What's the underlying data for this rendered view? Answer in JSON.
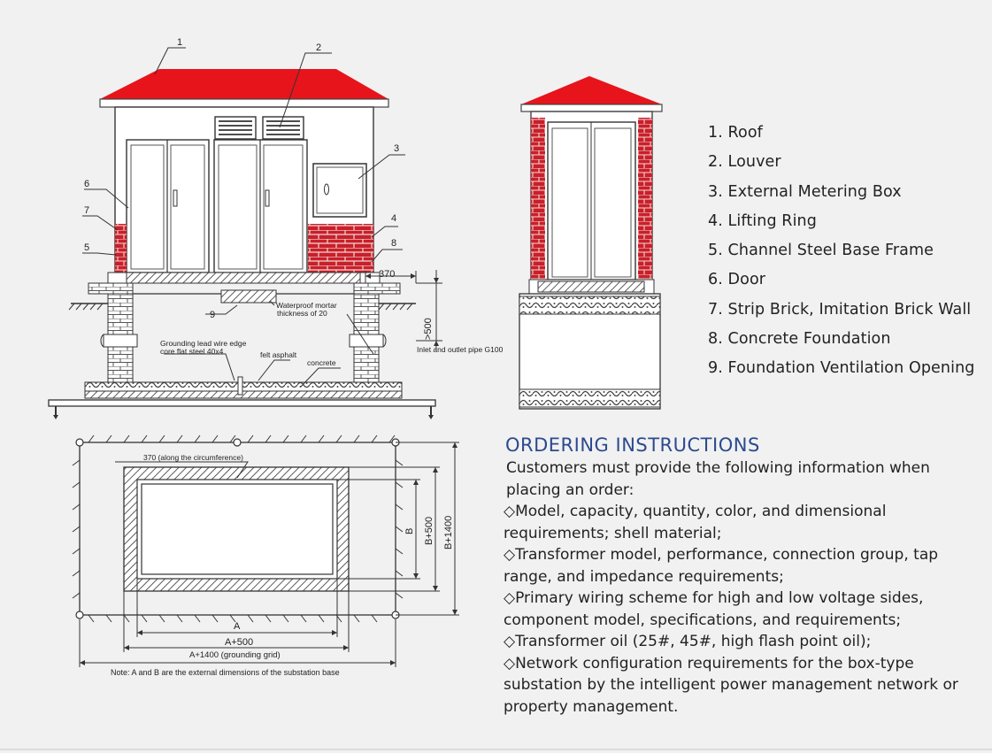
{
  "callouts": [
    "1",
    "2",
    "3",
    "4",
    "5",
    "6",
    "7",
    "8",
    "9"
  ],
  "annotations": {
    "dim_370": "370",
    "waterproof_line1": "Waterproof mortar",
    "waterproof_line2": "thickness of 20",
    "depth_500": ">500",
    "inlet_pipe": "Inlet and outlet pipe G100",
    "grounding_line1": "Grounding lead wire edge",
    "grounding_line2": "core flat steel 40x4",
    "felt_asphalt": "felt asphalt",
    "concrete": "concrete",
    "plan_370": "370 (along the circumference)",
    "dim_a": "A",
    "dim_a500": "A+500",
    "dim_a1400": "A+1400 (grounding grid)",
    "dim_b": "B",
    "dim_b500": "B+500",
    "dim_b1400": "B+1400",
    "note": "Note: A and B are the external dimensions of the substation base"
  },
  "legend": [
    "1. Roof",
    "2. Louver",
    "3. External Metering Box",
    "4. Lifting Ring",
    "5. Channel Steel Base Frame",
    "6. Door",
    "7. Strip Brick, Imitation Brick Wall",
    "8. Concrete Foundation",
    "9. Foundation Ventilation Opening"
  ],
  "ordering": {
    "title": "ORDERING INSTRUCTIONS",
    "intro": "Customers must provide the following information when placing an order:",
    "items": [
      "◇Model, capacity, quantity, color, and dimensional requirements; shell material;",
      "◇Transformer model, performance, connection group, tap range, and impedance requirements;",
      "◇Primary wiring scheme for high and low voltage sides, component model, specifications, and requirements;",
      "◇Transformer oil (25#, 45#, high flash point oil);",
      "◇Network configuration requirements for the box-type substation by the intelligent power management network or property management."
    ]
  },
  "colors": {
    "roof": "#e8141b",
    "brick": "#c8202a",
    "title": "#2d4a8f"
  }
}
